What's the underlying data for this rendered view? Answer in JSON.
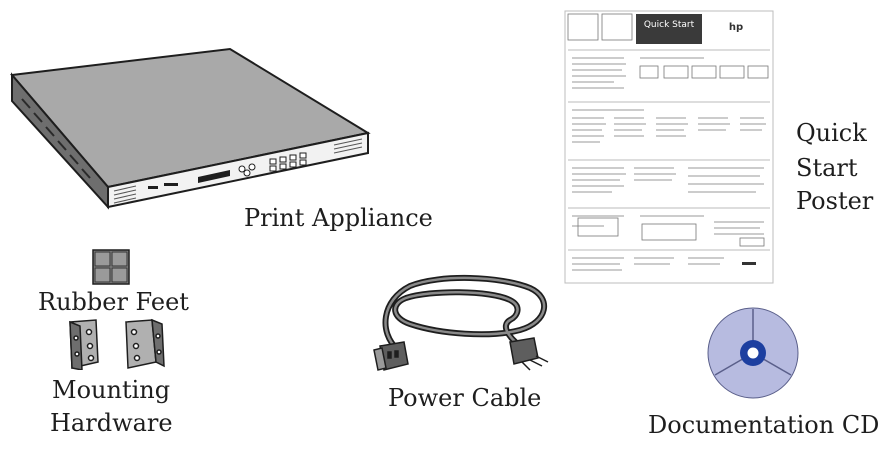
{
  "labels": {
    "print_appliance": "Print Appliance",
    "rubber_feet": "Rubber Feet",
    "mounting_hardware_line1": "Mounting",
    "mounting_hardware_line2": "Hardware",
    "power_cable": "Power Cable",
    "quick_start_line1": "Quick",
    "quick_start_line2": "Start",
    "quick_start_line3": "Poster",
    "documentation_cd": "Documentation CD"
  },
  "poster": {
    "banner_title": "Quick Start",
    "logo": "hp"
  },
  "colors": {
    "ink": "#1e1e1e",
    "device_top": "#a9a9a9",
    "device_side": "#6e6e6e",
    "device_front": "#f2f2f2",
    "cd_fill": "#b7bbe0",
    "cd_hub": "#1d3fa0",
    "poster_banner": "#3a3a3a"
  },
  "icons": {
    "device": "print-appliance-icon",
    "feet": "rubber-feet-icon",
    "brackets": "mounting-bracket-icon",
    "cable": "power-cable-icon",
    "poster": "quick-start-poster-icon",
    "cd": "documentation-cd-icon"
  }
}
